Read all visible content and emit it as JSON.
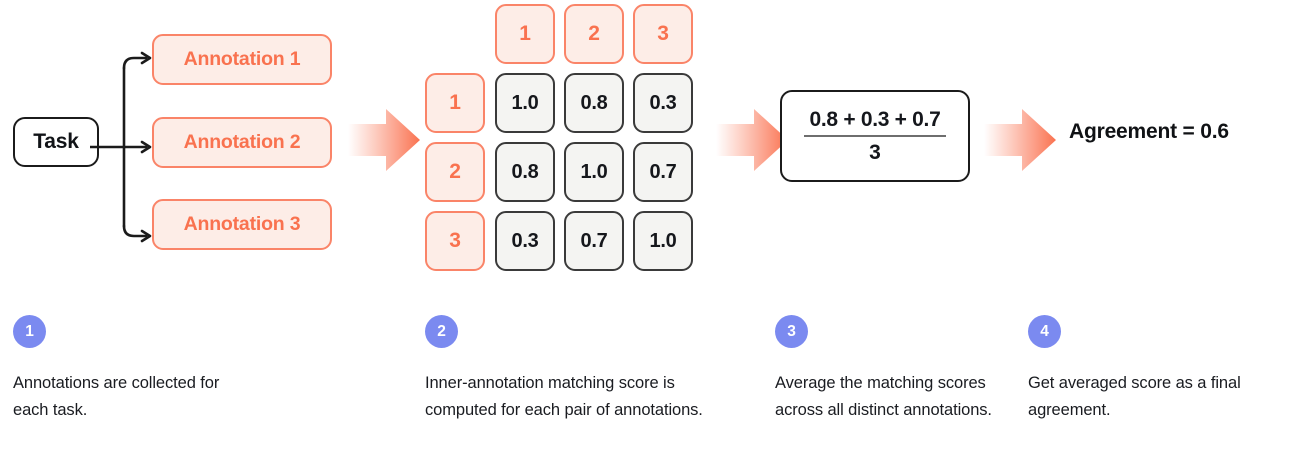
{
  "diagram": {
    "task_box": {
      "label": "Task"
    },
    "annotations": [
      {
        "label": "Annotation 1"
      },
      {
        "label": "Annotation 2"
      },
      {
        "label": "Annotation 3"
      }
    ],
    "matrix": {
      "col_headers": [
        "1",
        "2",
        "3"
      ],
      "row_headers": [
        "1",
        "2",
        "3"
      ],
      "values": [
        [
          "1.0",
          "0.8",
          "0.3"
        ],
        [
          "0.8",
          "1.0",
          "0.7"
        ],
        [
          "0.3",
          "0.7",
          "1.0"
        ]
      ]
    },
    "formula": {
      "numerator": "0.8 + 0.3 + 0.7",
      "denominator": "3"
    },
    "result": {
      "text": "Agreement = 0.6"
    },
    "arrows": [
      {
        "name": "arrow-task-to-matrix"
      },
      {
        "name": "arrow-matrix-to-formula"
      },
      {
        "name": "arrow-formula-to-result"
      }
    ]
  },
  "steps": [
    {
      "number": "1",
      "text": "Annotations are collected for each task."
    },
    {
      "number": "2",
      "text": "Inner-annotation matching score is computed for each pair of annotations."
    },
    {
      "number": "3",
      "text": "Average the matching scores across all distinct annotations."
    },
    {
      "number": "4",
      "text": "Get averaged score as a final agreement."
    }
  ],
  "colors": {
    "coral": "#F9724F",
    "coral_border": "#FA8468",
    "coral_fill": "#FDEDE7",
    "step_blue": "#7B8AF0",
    "cell_fill": "#F4F4F2",
    "cell_border": "#3A3A3A",
    "ink": "#15171c"
  }
}
